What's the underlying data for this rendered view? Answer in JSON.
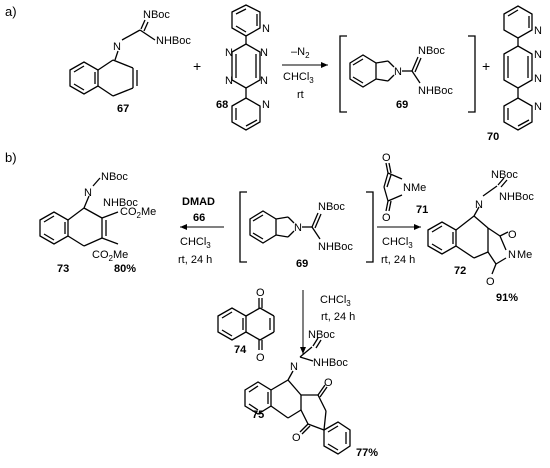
{
  "sections": {
    "a": "a)",
    "b": "b)"
  },
  "compounds": {
    "c67": "67",
    "c68": "68",
    "c69a": "69",
    "c70": "70",
    "c73": "73",
    "c66": "66",
    "c69b": "69",
    "c71": "71",
    "c72": "72",
    "c74": "74",
    "c75": "75"
  },
  "atoms": {
    "NBoc": "NBoc",
    "NHBoc": "NHBoc",
    "N": "N",
    "NMe": "NMe",
    "N_me": "N",
    "Me": "Me",
    "O": "O",
    "CO2Me": "CO",
    "CO2Me_sub": "2",
    "CO2Me_tail": "Me"
  },
  "reagents": {
    "minus_n2": "–N",
    "minus_n2_sub": "2",
    "chcl3": "CHCl",
    "chcl3_sub": "3",
    "rt": "rt",
    "dmad": "DMAD",
    "rt24": "rt, 24 h"
  },
  "ops": {
    "plus1": "+",
    "plus2": "+"
  },
  "yields": {
    "y73": "80%",
    "y72": "91%",
    "y75": "77%"
  }
}
